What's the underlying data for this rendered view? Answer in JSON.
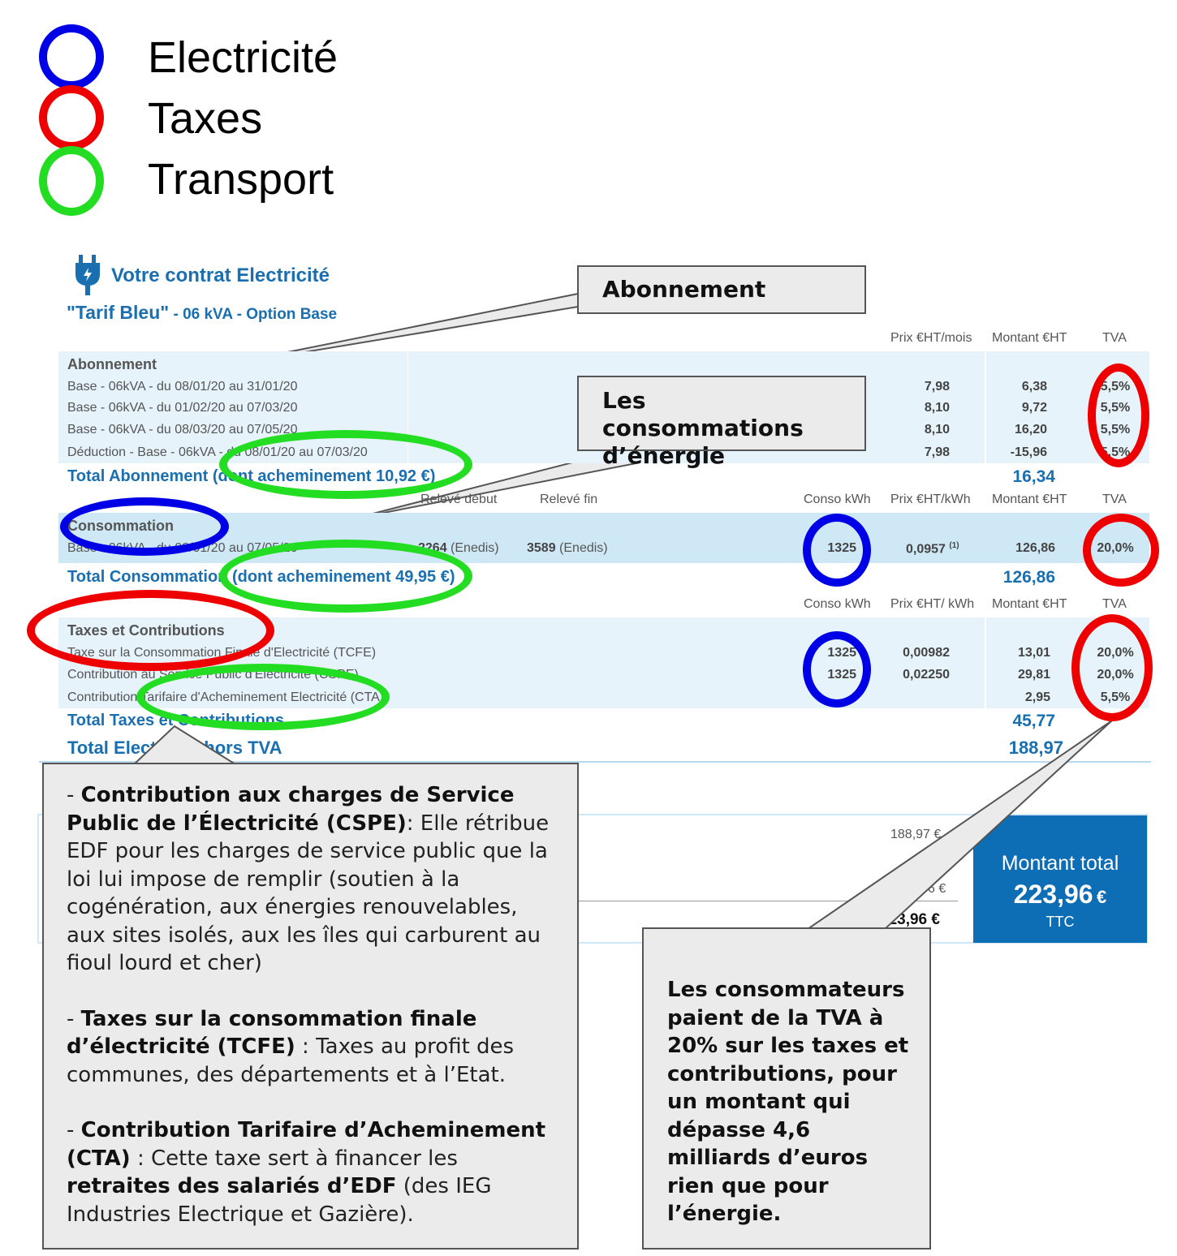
{
  "legend": [
    {
      "label": "Electricité",
      "color": "#0000e6"
    },
    {
      "label": "Taxes",
      "color": "#ee0000"
    },
    {
      "label": "Transport",
      "color": "#22dd22"
    }
  ],
  "contract": {
    "icon": "plug-icon",
    "title": "Votre contrat Electricité",
    "tarif": "\"Tarif Bleu\"",
    "tarif_detail": " - 06 kVA - Option Base"
  },
  "callouts": {
    "abonnement": "Abonnement",
    "consommations": "Les consommations d’énergie"
  },
  "abonnement": {
    "headers": {
      "prix": "Prix €HT/mois",
      "montant": "Montant €HT",
      "tva": "TVA"
    },
    "title": "Abonnement",
    "rows": [
      {
        "label": "Base - 06kVA - du 08/01/20 au 31/01/20",
        "prix": "7,98",
        "montant": "6,38",
        "tva": "5,5%"
      },
      {
        "label": "Base - 06kVA - du 01/02/20 au 07/03/20",
        "prix": "8,10",
        "montant": "9,72",
        "tva": "5,5%"
      },
      {
        "label": "Base - 06kVA - du 08/03/20 au 07/05/20",
        "prix": "8,10",
        "montant": "16,20",
        "tva": "5,5%"
      },
      {
        "label": "Déduction - Base - 06kVA - du 08/01/20 au 07/03/20",
        "prix": "7,98",
        "montant": "-15,96",
        "tva": "5,5%"
      }
    ],
    "total_label": "Total Abonnement (dont acheminement 10,92 €)",
    "total": "16,34"
  },
  "consommation": {
    "headers": {
      "debut": "Relevé début",
      "fin": "Relevé fin",
      "conso": "Conso kWh",
      "prix": "Prix €HT/kWh",
      "montant": "Montant €HT",
      "tva": "TVA"
    },
    "title": "Consommation",
    "row": {
      "label": "Base - 06kVA - du 08/01/20 au 07/05/20",
      "debut": "2264",
      "debut_src": "(Enedis)",
      "fin": "3589",
      "fin_src": "(Enedis)",
      "conso": "1325",
      "prix": "0,0957",
      "prix_note": "(1)",
      "montant": "126,86",
      "tva": "20,0%"
    },
    "total_label": "Total Consommation (dont acheminement 49,95 €)",
    "total": "126,86"
  },
  "taxes": {
    "headers": {
      "conso": "Conso kWh",
      "prix": "Prix €HT/ kWh",
      "montant": "Montant €HT",
      "tva": "TVA"
    },
    "title": "Taxes et Contributions",
    "rows": [
      {
        "label": "Taxe sur la Consommation Finale d'Electricité (TCFE)",
        "conso": "1325",
        "prix": "0,00982",
        "montant": "13,01",
        "tva": "20,0%"
      },
      {
        "label": "Contribution au Service Public d'Electricité (CSPE)",
        "conso": "1325",
        "prix": "0,02250",
        "montant": "29,81",
        "tva": "20,0%"
      },
      {
        "label": "Contribution Tarifaire d'Acheminement Electricité (CTA)",
        "conso": "",
        "prix": "",
        "montant": "2,95",
        "tva": "5,5%"
      }
    ],
    "total_label": "Total Taxes et Contributions",
    "total": "45,77"
  },
  "total_electricite": {
    "label": "Total Electricité hors TVA",
    "value": "188,97"
  },
  "summary": {
    "line1": "188,97 €",
    "line3": "6 €",
    "line4": "223,96 €",
    "box_label": "Montant total",
    "box_amount": "223,96",
    "box_currency": "€",
    "box_ttc": "TTC"
  },
  "info_left": {
    "p1_prefix": "- ",
    "p1_bold": "Contribution aux charges de Service Public de l’Électricité (CSPE)",
    "p1_text": ": Elle rétribue EDF pour les charges de service public que la loi lui impose de remplir (soutien à la cogénération, aux énergies renouvelables, aux sites isolés, aux les îles qui carburent au fioul lourd et cher)",
    "p2_prefix": "- ",
    "p2_bold": "Taxes sur la consommation finale d’électricité (TCFE)",
    "p2_text": " :  Taxes au profit des communes, des départements et à l’Etat.",
    "p3_prefix": "- ",
    "p3_bold": "Contribution Tarifaire d’Acheminement (CTA)",
    "p3_text": " : Cette taxe sert à financer les ",
    "p3_bold2": "retraites des salariés d’EDF",
    "p3_text2": " (des IEG Industries Electrique et Gazière)."
  },
  "info_right": "Les consommateurs paient de la TVA à 20% sur les taxes et contributions, pour un montant qui dépasse 4,6 milliards d’euros rien que pour l’énergie."
}
